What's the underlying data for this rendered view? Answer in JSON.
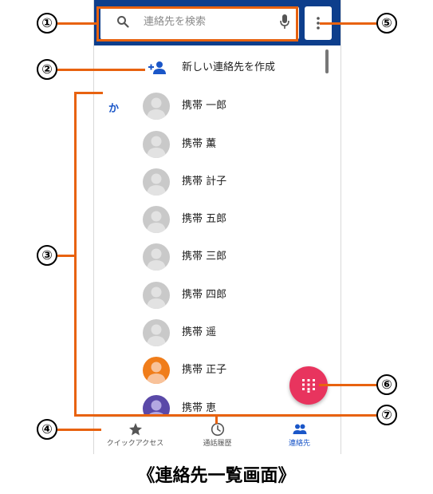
{
  "search": {
    "placeholder": "連絡先を検索"
  },
  "create_contact": {
    "label": "新しい連絡先を作成"
  },
  "section_letter": "か",
  "contacts": [
    {
      "name": "携帯 一郎"
    },
    {
      "name": "携帯 薫"
    },
    {
      "name": "携帯 計子"
    },
    {
      "name": "携帯 五郎"
    },
    {
      "name": "携帯 三郎"
    },
    {
      "name": "携帯 四郎"
    },
    {
      "name": "携帯 遥"
    },
    {
      "name": "携帯 正子"
    },
    {
      "name": "携帯 恵"
    }
  ],
  "bottom_nav": [
    {
      "label": "クイックアクセス",
      "icon": "star-icon"
    },
    {
      "label": "通話履歴",
      "icon": "clock-icon"
    },
    {
      "label": "連絡先",
      "icon": "people-icon",
      "active": true
    }
  ],
  "callouts": [
    "①",
    "②",
    "③",
    "④",
    "⑤",
    "⑥",
    "⑦"
  ],
  "caption": "《連絡先一覧画面》",
  "colors": {
    "topbar": "#0d3e8c",
    "accent": "#1a56c8",
    "fab": "#e8345e",
    "annotation": "#e8620f",
    "avatar_orange": "#f07d1a",
    "avatar_purple": "#5a49a8"
  }
}
